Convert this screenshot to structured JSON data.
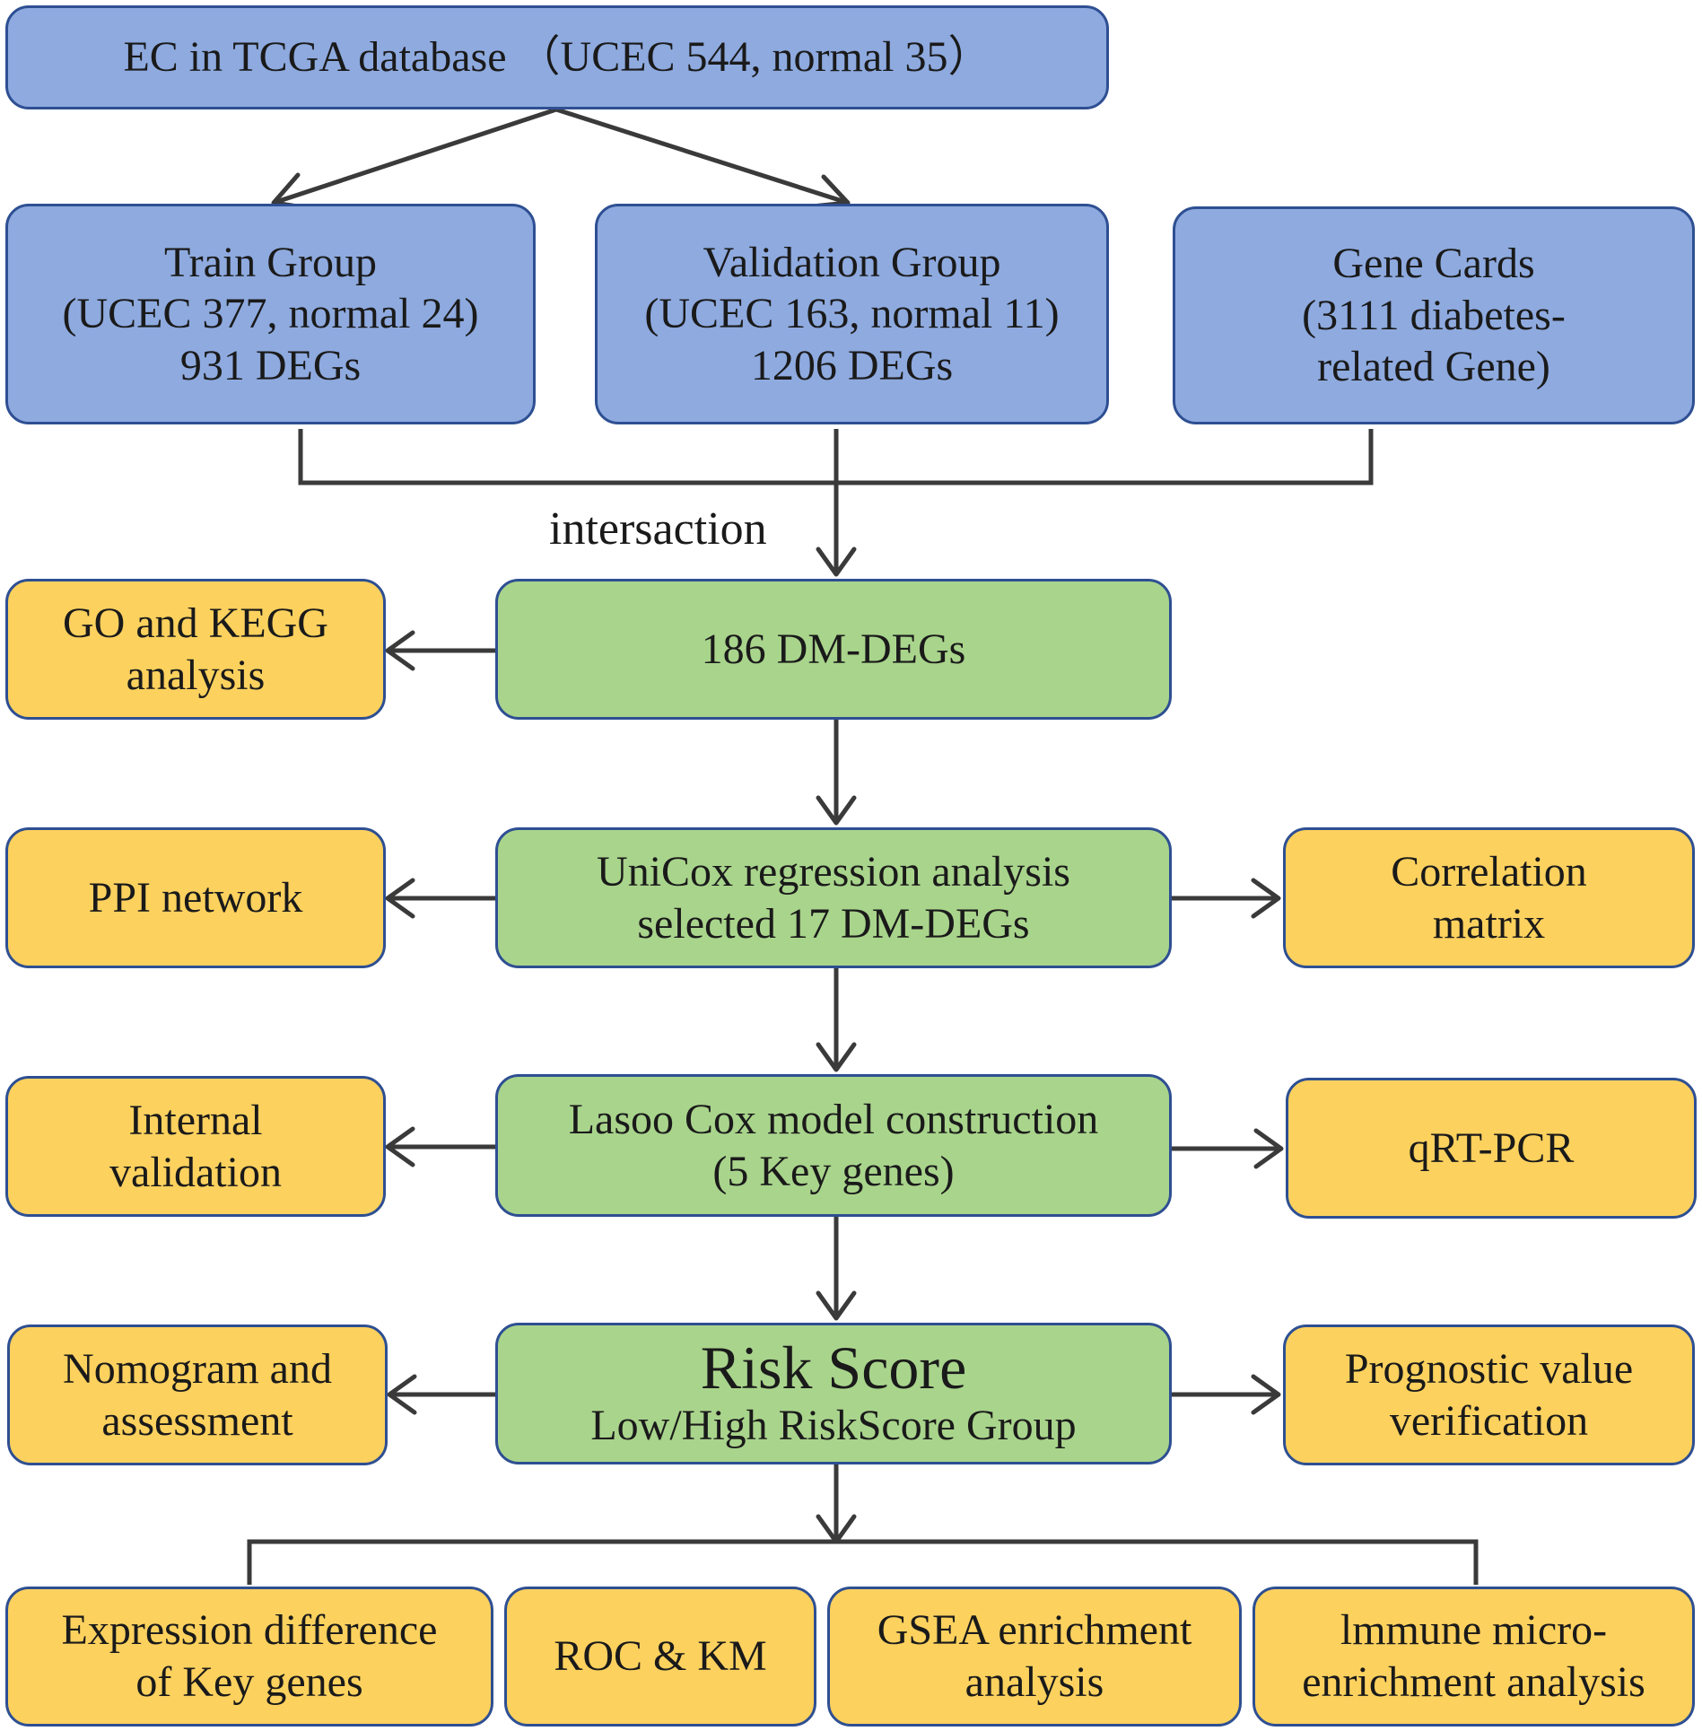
{
  "nodes": {
    "tcga": {
      "lines": [
        "EC in TCGA database （UCEC 544, normal 35）"
      ]
    },
    "train": {
      "lines": [
        "Train Group",
        "(UCEC 377, normal 24)",
        "931 DEGs"
      ]
    },
    "validation": {
      "lines": [
        "Validation Group",
        "(UCEC 163, normal 11)",
        "1206 DEGs"
      ]
    },
    "genecards": {
      "lines": [
        "Gene Cards",
        "(3111 diabetes-",
        "related Gene)"
      ]
    },
    "dmdegs": {
      "lines": [
        "186 DM-DEGs"
      ]
    },
    "gokegg": {
      "lines": [
        "GO and KEGG",
        "analysis"
      ]
    },
    "unicox": {
      "lines": [
        "UniCox regression analysis",
        "selected 17 DM-DEGs"
      ]
    },
    "ppi": {
      "lines": [
        "PPI network"
      ]
    },
    "correlation": {
      "lines": [
        "Correlation",
        "matrix"
      ]
    },
    "lasso": {
      "lines": [
        "Lasoo Cox model construction",
        "(5 Key genes)"
      ]
    },
    "internal": {
      "lines": [
        "Internal",
        "validation"
      ]
    },
    "qrtpcr": {
      "lines": [
        "qRT-PCR"
      ]
    },
    "riskscore": {
      "title": "Risk Score",
      "subtitle": "Low/High RiskScore Group"
    },
    "nomogram": {
      "lines": [
        "Nomogram and",
        "assessment"
      ]
    },
    "prognostic": {
      "lines": [
        "Prognostic value",
        "verification"
      ]
    },
    "expression": {
      "lines": [
        "Expression difference",
        "of Key genes"
      ]
    },
    "rockm": {
      "lines": [
        "ROC & KM"
      ]
    },
    "gsea": {
      "lines": [
        "GSEA enrichment",
        "analysis"
      ]
    },
    "immune": {
      "lines": [
        "lmmune micro-",
        "enrichment analysis"
      ]
    }
  },
  "edge_label": "intersaction",
  "colors": {
    "blue": "#8eaadf",
    "green": "#a9d48c",
    "yellow": "#fcd15e",
    "border": "#2e4f92",
    "arrow": "#3a3a3a"
  }
}
